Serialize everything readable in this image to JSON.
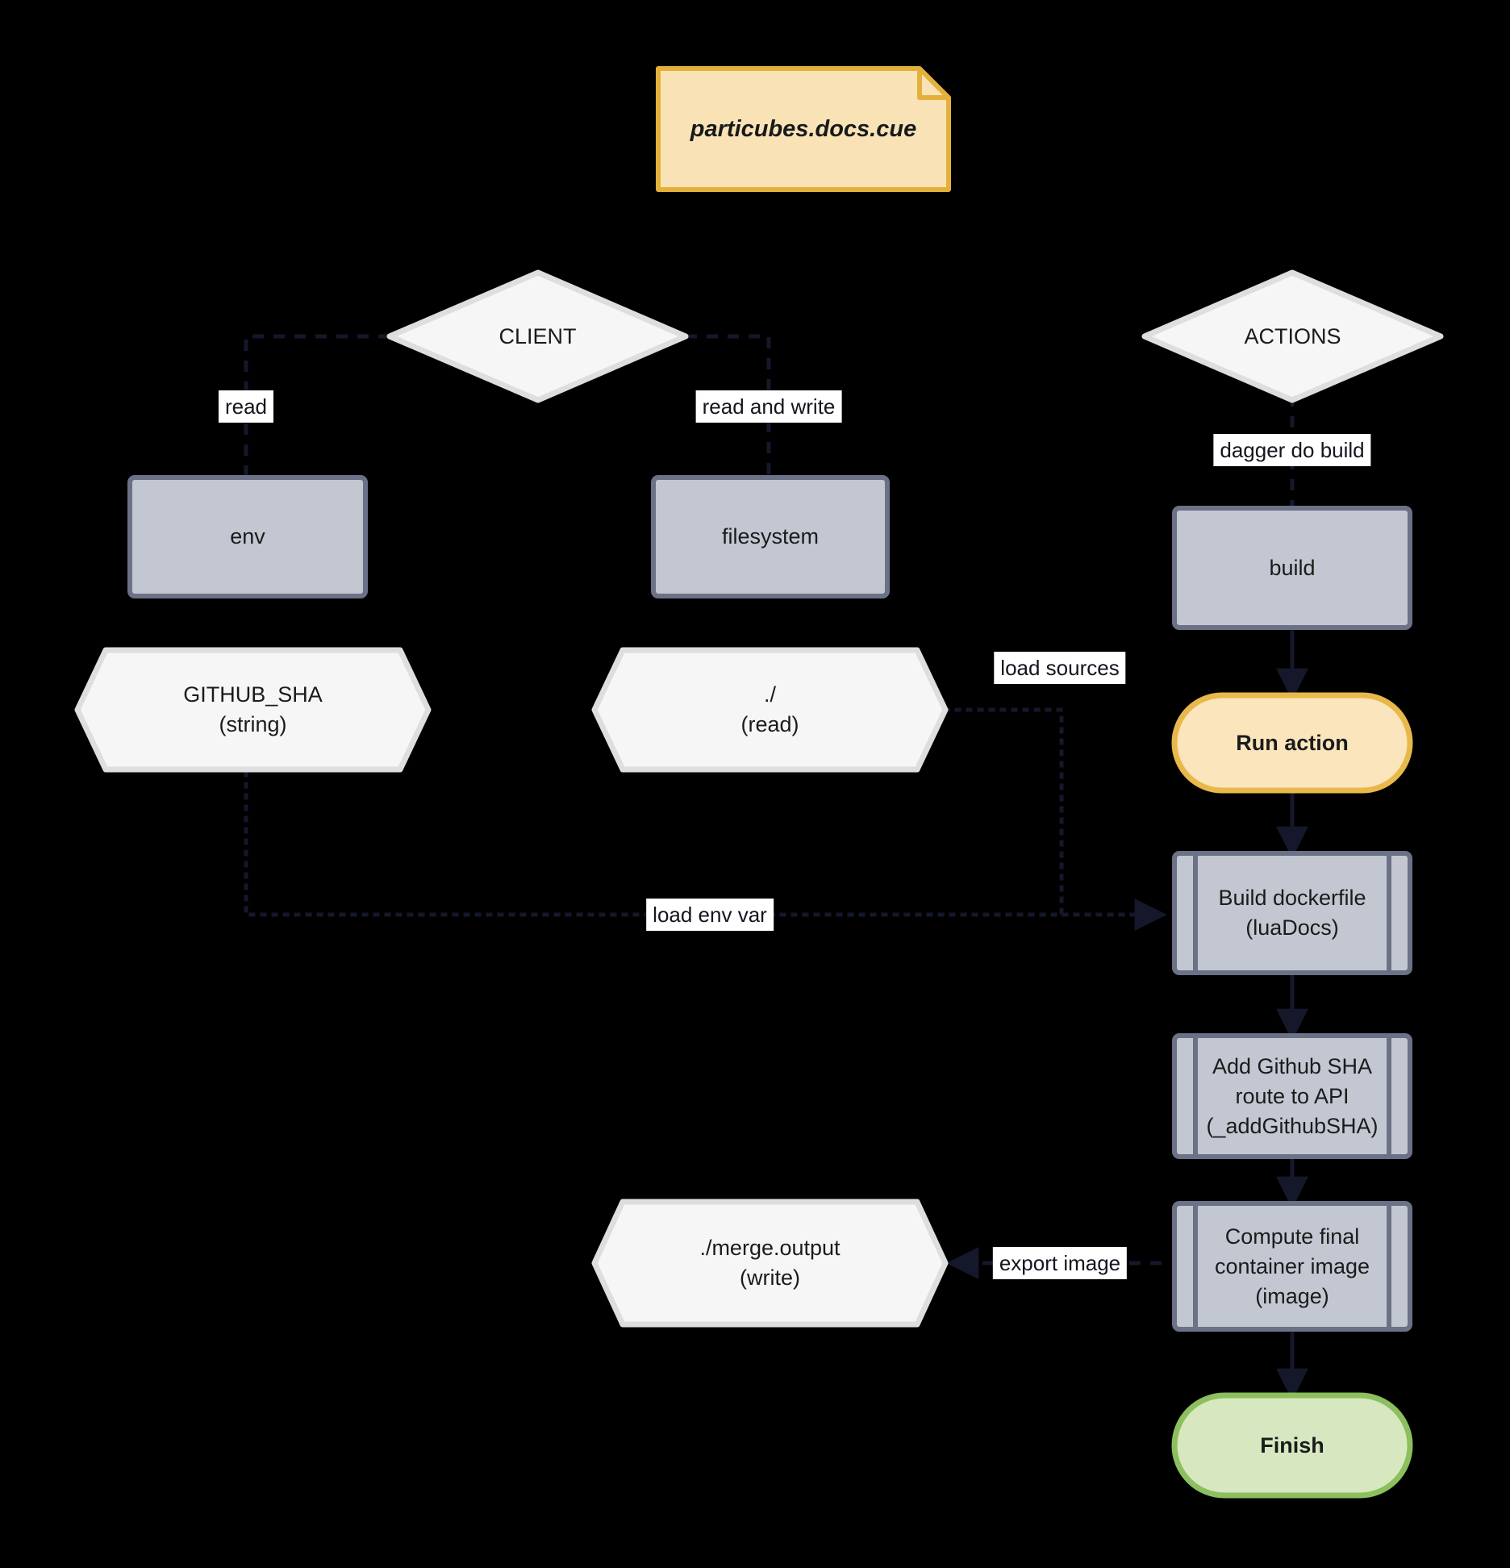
{
  "diagram": {
    "title": "particubes.docs.cue dagger pipeline flowchart",
    "colors": {
      "background": "#000000",
      "note_fill": "#f9e3b6",
      "note_stroke": "#e3b03a",
      "diamond_fill": "#f6f6f7",
      "diamond_stroke": "#dededf",
      "process_fill": "#c3c7d2",
      "process_stroke": "#6b7186",
      "hexagon_fill": "#f6f6f7",
      "hexagon_stroke": "#dededf",
      "action_fill": "#fae5bc",
      "action_stroke": "#e8b84b",
      "finish_fill": "#d7e8c0",
      "finish_stroke": "#8cbf5e",
      "edge_color": "#15182a",
      "label_bg": "#ffffff"
    },
    "nodes": [
      {
        "id": "note",
        "shape": "note",
        "label": "particubes.docs.cue"
      },
      {
        "id": "client",
        "shape": "diamond",
        "label": "CLIENT"
      },
      {
        "id": "actions",
        "shape": "diamond",
        "label": "ACTIONS"
      },
      {
        "id": "env",
        "shape": "process",
        "label": "env"
      },
      {
        "id": "filesystem",
        "shape": "process",
        "label": "filesystem"
      },
      {
        "id": "build",
        "shape": "process",
        "label": "build"
      },
      {
        "id": "github_sha",
        "shape": "hexagon",
        "line1": "GITHUB_SHA",
        "line2": "(string)"
      },
      {
        "id": "dot_read",
        "shape": "hexagon",
        "line1": "./",
        "line2": "(read)"
      },
      {
        "id": "run_action",
        "shape": "stadium",
        "label": "Run action"
      },
      {
        "id": "build_dockerfile",
        "shape": "subroutine",
        "line1": "Build dockerfile",
        "line2": "(luaDocs)"
      },
      {
        "id": "add_sha",
        "shape": "subroutine",
        "line1": "Add Github SHA",
        "line2": "route to API",
        "line3": "(_addGithubSHA)"
      },
      {
        "id": "compute_img",
        "shape": "subroutine",
        "line1": "Compute final",
        "line2": "container image",
        "line3": "(image)"
      },
      {
        "id": "merge_output",
        "shape": "hexagon",
        "line1": "./merge.output",
        "line2": "(write)"
      },
      {
        "id": "finish",
        "shape": "stadium",
        "label": "Finish"
      }
    ],
    "edge_labels": [
      {
        "id": "read",
        "text": "read"
      },
      {
        "id": "read_and_write",
        "text": "read and write"
      },
      {
        "id": "dagger_do_build",
        "text": "dagger do build"
      },
      {
        "id": "load_sources",
        "text": "load sources"
      },
      {
        "id": "load_env_var",
        "text": "load env var"
      },
      {
        "id": "export_image",
        "text": "export image"
      }
    ]
  }
}
